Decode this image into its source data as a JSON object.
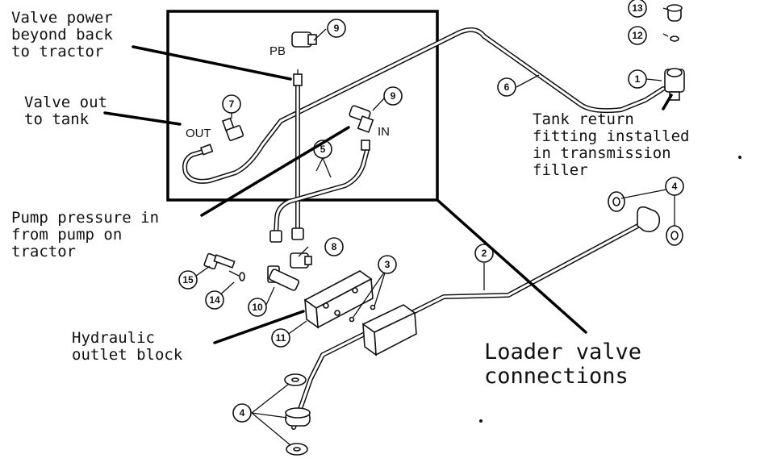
{
  "callouts": {
    "valve_power_beyond": "Valve power\nbeyond back\nto tractor",
    "valve_out_tank": "Valve out\nto tank",
    "tank_return": "Tank return\nfitting installed\nin transmission\nfiller",
    "pump_pressure": "Pump pressure in\nfrom pump on\ntractor",
    "hydraulic_outlet_block": "Hydraulic\noutlet block",
    "loader_valve_connections": "Loader valve\nconnections"
  },
  "port_labels": {
    "pb": "PB",
    "out": "OUT",
    "in": "IN"
  },
  "part_numbers": {
    "p1": "1",
    "p2": "2",
    "p3": "3",
    "p4a": "4",
    "p4b": "4",
    "p5": "5",
    "p6": "6",
    "p7": "7",
    "p8": "8",
    "p9a": "9",
    "p9b": "9",
    "p10": "10",
    "p11": "11",
    "p12": "12",
    "p13": "13",
    "p14": "14",
    "p15": "15"
  }
}
